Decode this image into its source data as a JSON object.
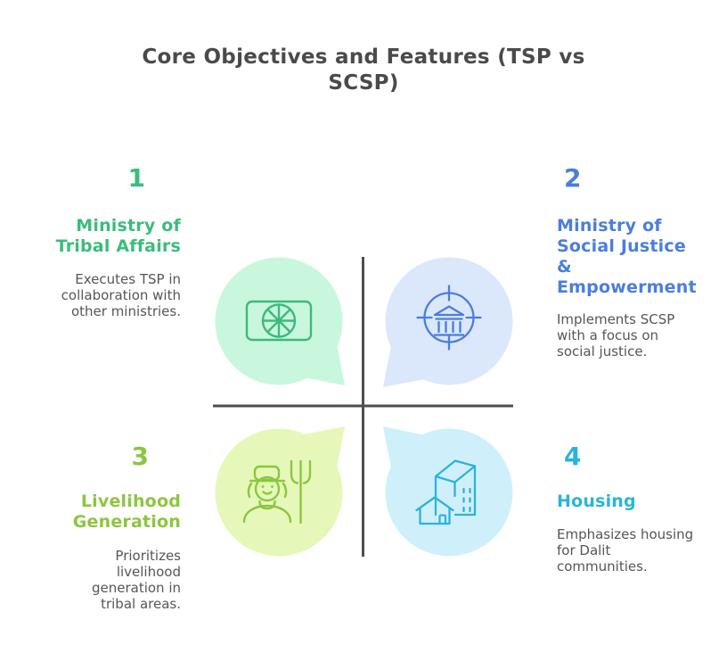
{
  "title": {
    "line1": "Core Objectives and Features (TSP vs",
    "line2": "SCSP)"
  },
  "quadrants": [
    {
      "number": "1",
      "heading": "Ministry of\nTribal Affairs",
      "body": "Executes TSP in\ncollaboration with\nother ministries.",
      "icon": "flag-chakra-icon",
      "accent_color": "#3bbc7d",
      "bubble_fill": "#c8f7de"
    },
    {
      "number": "2",
      "heading": "Ministry of\nSocial Justice\n&\nEmpowerment",
      "body": "Implements SCSP\nwith a focus on\nsocial justice.",
      "icon": "government-building-target-icon",
      "accent_color": "#4a7ede",
      "bubble_fill": "#dbe7fb"
    },
    {
      "number": "3",
      "heading": "Livelihood\nGeneration",
      "body": "Prioritizes\nlivelihood\ngeneration in\ntribal areas.",
      "icon": "farmer-pitchfork-icon",
      "accent_color": "#8cc63f",
      "bubble_fill": "#e6f8b9"
    },
    {
      "number": "4",
      "heading": "Housing",
      "body": "Emphasizes housing\nfor Dalit\ncommunities.",
      "icon": "housing-buildings-icon",
      "accent_color": "#29b4dc",
      "bubble_fill": "#cff0fb"
    }
  ],
  "colors": {
    "title_text": "#4a4a4a",
    "body_text": "#56565b",
    "divider_lines": "#4e4e52",
    "background": "#ffffff"
  }
}
